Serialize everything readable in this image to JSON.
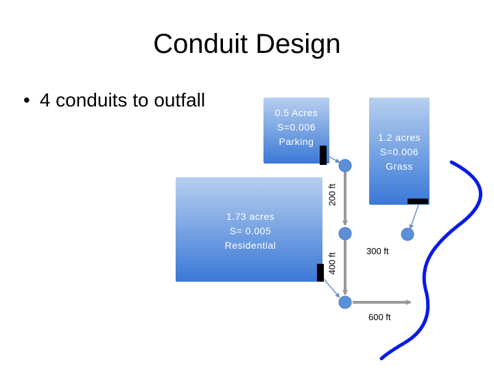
{
  "title": "Conduit Design",
  "bullet": {
    "marker": "•",
    "text": "4 conduits to outfall"
  },
  "areas": {
    "parking": {
      "line1": "0.5 Acres",
      "line2": "S=0.006",
      "line3": "Parking"
    },
    "grass": {
      "line1": "1.2 acres",
      "line2": "S=0.006",
      "line3": "Grass"
    },
    "residential": {
      "line1": "1.73 acres",
      "line2": "S= 0.005",
      "line3": "Residential"
    }
  },
  "conduit_labels": {
    "c200": "200 ft",
    "c400": "400 ft",
    "c300": "300 ft",
    "c600": "600 ft"
  },
  "colors": {
    "area_top": "#b7d0f0",
    "area_bottom": "#3a78d6",
    "node_fill": "#5b8fd9",
    "conduit": "#999999",
    "river": "#0a1ae6",
    "inlet": "#000000"
  }
}
